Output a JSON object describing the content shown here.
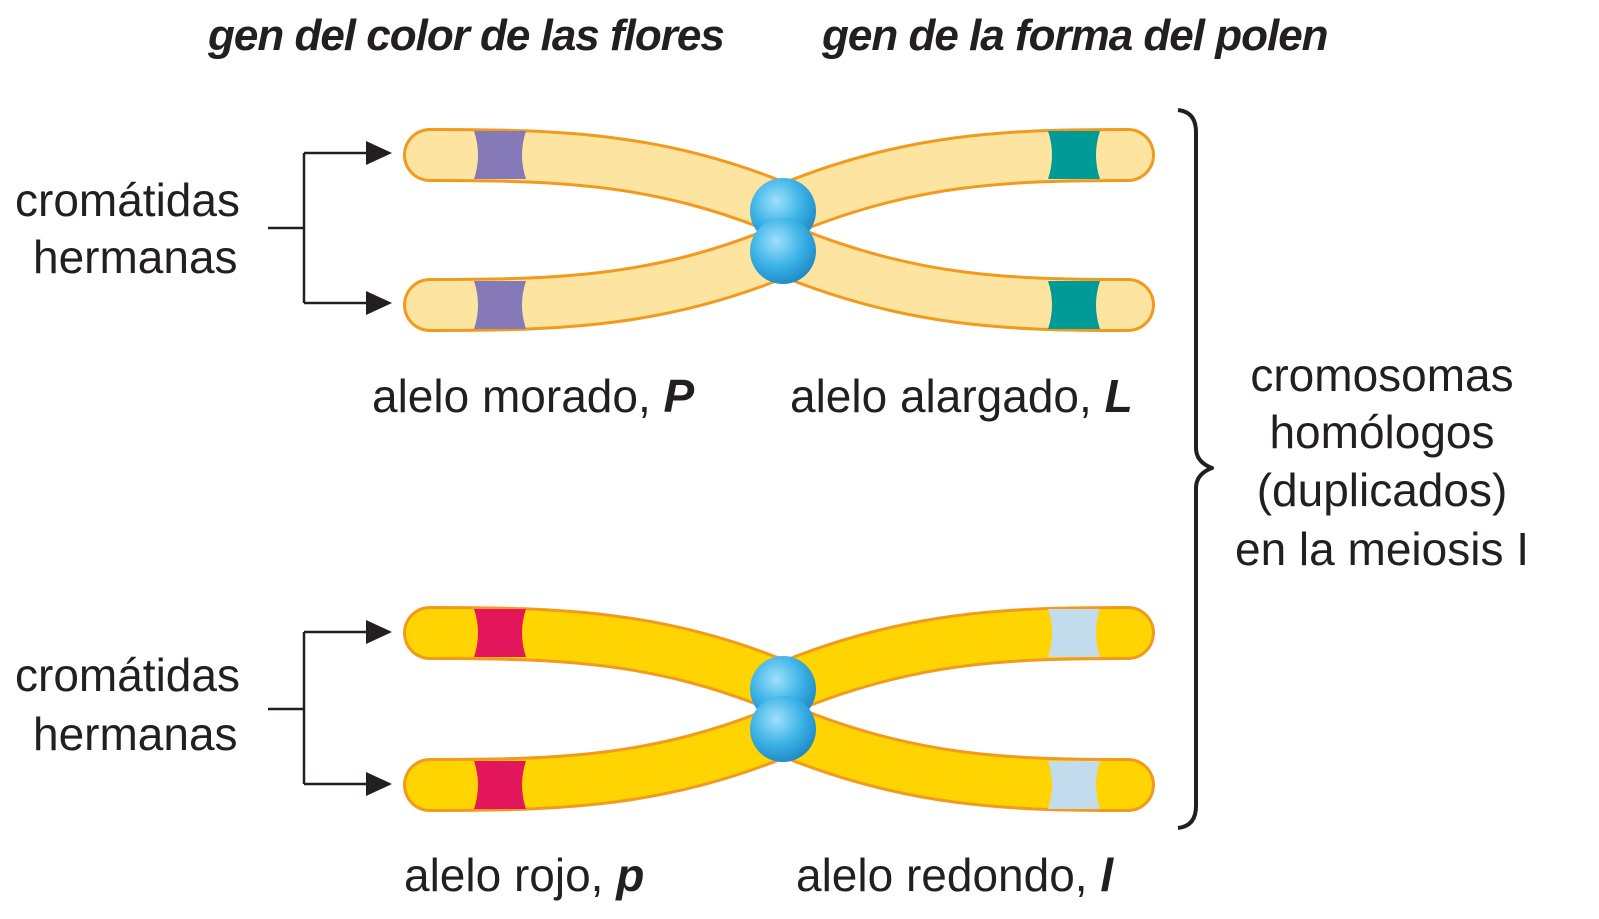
{
  "headers": {
    "color_gene": "gen del color de las flores",
    "pollen_gene": "gen de la forma del polen"
  },
  "sister_chromatids_label": {
    "line1": "cromátidas",
    "line2": "hermanas"
  },
  "homologs_label": {
    "line1": "cromosomas",
    "line2": "homólogos",
    "line3": "(duplicados)",
    "line4": "en la meiosis I"
  },
  "chromosome_top": {
    "color_allele_label": "alelo morado, ",
    "color_allele_symbol": "P",
    "shape_allele_label": "alelo alargado, ",
    "shape_allele_symbol": "L"
  },
  "chromosome_bottom": {
    "color_allele_label": "alelo rojo, ",
    "color_allele_symbol": "p",
    "shape_allele_label": "alelo redondo, ",
    "shape_allele_symbol": "l"
  },
  "colors": {
    "chromatid_top_fill": "#fde4a0",
    "chromatid_bottom_fill": "#ffd400",
    "chromatid_outline": "#f29a1e",
    "purple_allele": "#8579b8",
    "teal_allele": "#009b96",
    "red_allele": "#e3165b",
    "lightblue_allele": "#c3dced",
    "centromere": "#3cb3e6"
  }
}
